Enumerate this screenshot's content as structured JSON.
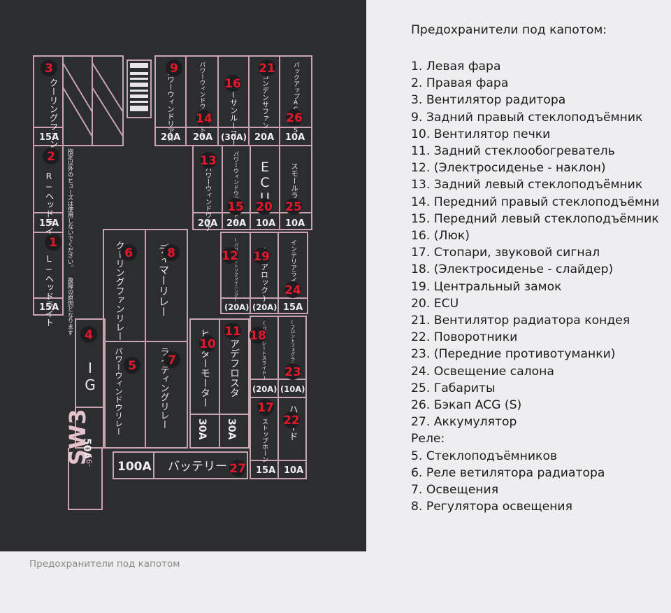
{
  "board": {
    "code": "SW3",
    "code_suffix": "-93",
    "notice": "指定以外のヒューズは使用しないでください。 故障の原因となります",
    "fuse_labels": {
      "f3": "クーリングファン",
      "f2": "R−ヘッドライト",
      "f1": "L−ヘッドライト",
      "f9": "パワーウィンドリアR",
      "f14": "パワーウィンドウフロントR",
      "f16": "(サンルーフ)",
      "f21": "コンデンサファン",
      "f26": "バックアップACG(S)",
      "f13": "パワーウィンドウリア",
      "f15": "パワーウィンドウフロントL",
      "f20": "ECU",
      "f25": "スモールライト",
      "f12": "(パワーシートリクライニング)",
      "f19": "(ドアロック)",
      "f24": "インテリアライト",
      "f18": "(パワーシートスライド)",
      "f23": "(フロントフォグランプ)",
      "f11": "リアデフロスタ",
      "f10": "ヒーターモーター",
      "f17": "ストップホーン",
      "f22": "ハザード",
      "f4": "IG",
      "f27": "バッテリー",
      "r6": "クーリングファンリレー",
      "r8": "ディマーリレー",
      "r5": "パワーウィンドウリレー",
      "r7": "ライティングリレー"
    },
    "ratings": {
      "f3": "15A",
      "f2": "15A",
      "f1": "15A",
      "f9": "20A",
      "f14": "20A",
      "f16": "(30A)",
      "f21": "20A",
      "f26": "10A",
      "f13": "20A",
      "f15": "20A",
      "f20": "10A",
      "f25": "10A",
      "f12": "(20A)",
      "f19": "(20A)",
      "f24": "15A",
      "f18": "(20A)",
      "f23": "(10A)",
      "f10": "30A",
      "f11": "30A",
      "f17": "15A",
      "f22": "10A",
      "f4": "50A",
      "f27": "100A"
    },
    "numbers": {
      "f1": "1",
      "f2": "2",
      "f3": "3",
      "f4": "4",
      "r5": "5",
      "r6": "6",
      "r7": "7",
      "r8": "8",
      "f9": "9",
      "f10": "10",
      "f11": "11",
      "f12": "12",
      "f13": "13",
      "f14": "14",
      "f15": "15",
      "f16": "16",
      "f17": "17",
      "f18": "18",
      "f19": "19",
      "f20": "20",
      "f21": "21",
      "f22": "22",
      "f23": "23",
      "f24": "24",
      "f25": "25",
      "f26": "26",
      "f27": "27"
    }
  },
  "legend": {
    "title": "Предохранители под капотом:",
    "lines": [
      "1. Левая фара",
      "2. Правая фара",
      "3. Вентилятор радитора",
      "9. Задний правый стеклоподъёмник",
      "10. Вентилятор печки",
      "11. Задний стеклообогреватель",
      "12. (Электросиденье - наклон)",
      "13. Задний левый стеклоподъёмник",
      "14. Передний правый стеклоподъёмни",
      "15. Передний левый стеклоподъёмник",
      "16. (Люк)",
      "17. Стопари, звуковой сигнал",
      "18. (Электросиденье - слайдер)",
      "19. Центральный замок",
      "20. ECU",
      "21. Вентилятор радиатора кондея",
      "22. Поворотники",
      "23. (Передние противотуманки)",
      "24. Освещение салона",
      "25. Габариты",
      "26. Бэкап ACG (S)",
      "27. Аккумулятор",
      "Реле:",
      "5. Стеклоподъёмников",
      "6. Реле ветилятора радиатора",
      "7. Освещения",
      "8. Регулятора освещения"
    ]
  },
  "caption": "Предохранители под капотом",
  "colors": {
    "board_bg": "#2c2d31",
    "outline": "#c9a3ad",
    "number_red": "#e3182a",
    "page_bg": "#eeeef0"
  }
}
